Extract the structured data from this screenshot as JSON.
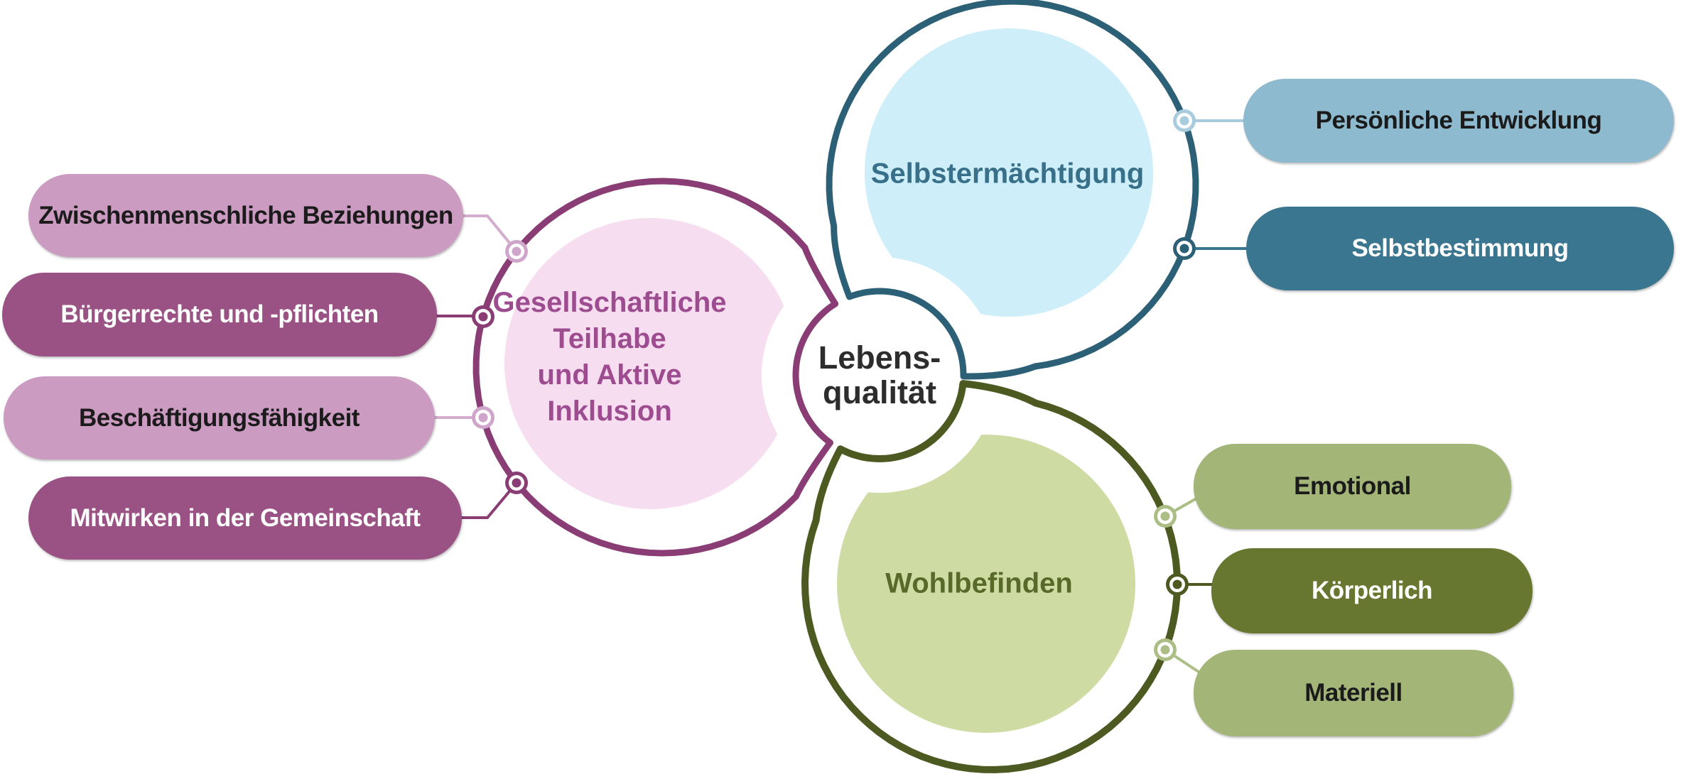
{
  "diagram": {
    "center": {
      "title_lines": [
        "Lebens-",
        "qualität"
      ]
    },
    "groups": [
      {
        "name": "gesellschaftliche-teilhabe",
        "title_lines": [
          "Gesellschaftliche",
          "Teilhabe",
          "und Aktive",
          "Inklusion"
        ],
        "colors": {
          "ring": "#8A3D75",
          "fill": "#F7DDF0",
          "title": "#9D4C90",
          "pill_light": "#CC9BC2",
          "pill_dark": "#9A5284",
          "node_light": "#D0A5CB",
          "line_light": "#D4ACCE"
        },
        "items": [
          {
            "label": "Zwischenmenschliche Beziehungen",
            "variant": "light"
          },
          {
            "label": "Bürgerrechte und -pflichten",
            "variant": "dark"
          },
          {
            "label": "Beschäftigungsfähigkeit",
            "variant": "light"
          },
          {
            "label": "Mitwirken in der Gemeinschaft",
            "variant": "dark"
          }
        ]
      },
      {
        "name": "selbstermaechtigung",
        "title_lines": [
          "Selbstermächtigung"
        ],
        "colors": {
          "ring": "#2C6076",
          "fill": "#CEEFFA",
          "title": "#397089",
          "pill_light": "#8DBACE",
          "pill_dark": "#3A768F",
          "node_light": "#A8CBDD",
          "line_light": "#A8CBDD"
        },
        "items": [
          {
            "label": "Persönliche Entwicklung",
            "variant": "light"
          },
          {
            "label": "Selbstbestimmung",
            "variant": "dark"
          }
        ]
      },
      {
        "name": "wohlbefinden",
        "title_lines": [
          "Wohlbefinden"
        ],
        "colors": {
          "ring": "#4C5A21",
          "fill": "#CEDCA4",
          "title": "#586A29",
          "pill_light": "#A3B678",
          "pill_dark": "#677730",
          "node_light": "#ACBE85",
          "line_light": "#ACBE85"
        },
        "items": [
          {
            "label": "Emotional",
            "variant": "light"
          },
          {
            "label": "Körperlich",
            "variant": "dark"
          },
          {
            "label": "Materiell",
            "variant": "light"
          }
        ]
      }
    ]
  }
}
